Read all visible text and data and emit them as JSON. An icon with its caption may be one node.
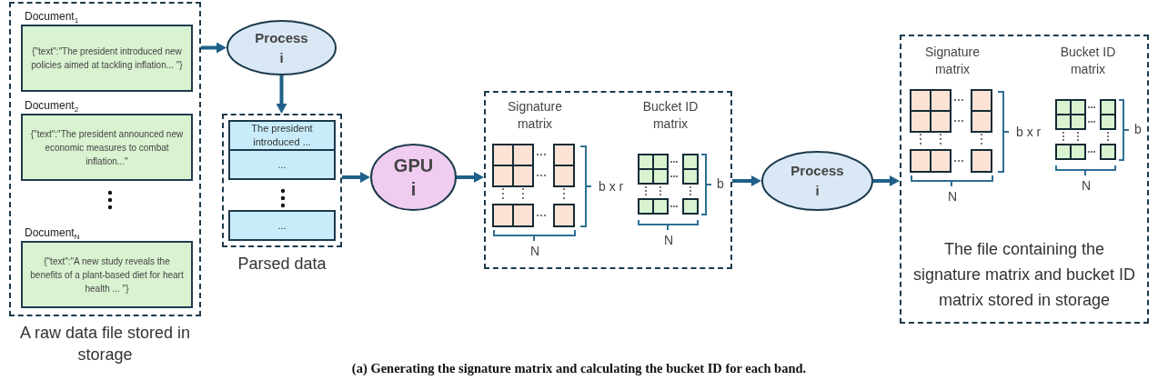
{
  "diagram": {
    "caption": "(a) Generating the signature matrix and calculating the bucket ID for each band.",
    "nodes": [
      {
        "text": [
          "A raw data file stored in storage"
        ]
      },
      {
        "text": [
          "Document$_{1}$",
          "{\"text\":\"The president introduced new policies aimed at tackling inflation... \"}"
        ],
        "in": 0
      },
      {
        "text": [
          "Document$_{2}$",
          "{\"text\":\"The president announced new economic measures to combat inflation...\""
        ],
        "in": 0
      },
      {
        "text": [
          "Document$_{N}$",
          "{\"text\":\"A new study reveals the benefits of a plant-based diet for heart health ... \"}"
        ],
        "in": 0
      },
      {
        "text": [
          "Process i"
        ]
      },
      {
        "text": [
          "Parsed data"
        ]
      },
      {
        "text": [
          "The president introduced ..."
        ],
        "in": 5
      },
      {
        "text": [
          "..."
        ],
        "in": 5
      },
      {
        "text": [
          "..."
        ],
        "in": 5
      },
      {
        "text": [
          "GPU i"
        ]
      },
      {
        "text": [],
        "shape": "box"
      },
      {
        "text": [
          "Process i"
        ]
      },
      {
        "text": [
          "The file containing the signature matrix and bucket ID matrix stored in storage"
        ]
      }
    ],
    "edges": [
      {
        "from": 0,
        "to": 4,
        "arrow": "to"
      },
      {
        "from": 4,
        "to": 5,
        "arrow": "to"
      },
      {
        "from": 5,
        "to": 9,
        "arrow": "to"
      },
      {
        "from": 9,
        "to": 10,
        "arrow": "to"
      },
      {
        "from": 10,
        "to": 11,
        "arrow": "to"
      },
      {
        "from": 11,
        "to": 12,
        "arrow": "to"
      }
    ],
    "labels": [
      "Signature matrix",
      "Bucket ID matrix",
      "b x r",
      "b",
      "N",
      "N",
      "Signature matrix",
      "Bucket ID matrix",
      "b x r",
      "b",
      "N",
      "N"
    ]
  }
}
